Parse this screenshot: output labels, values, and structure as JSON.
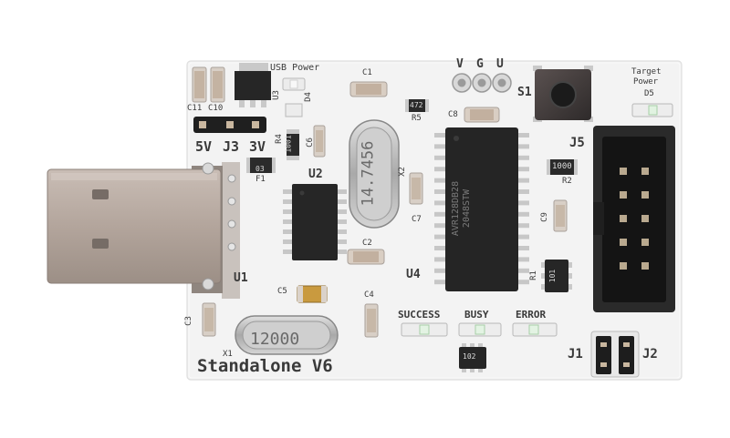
{
  "board": {
    "name": "Standalone V6",
    "colors": {
      "pcb": "#f3f3f3",
      "silkscreen": "#3a3a3a",
      "ic_body": "#252525",
      "usb_metal": "#b6a9a0",
      "pad_gold": "#c9b79f"
    }
  },
  "labels": {
    "usb_power": "USB Power",
    "target": "Target",
    "power": "Power",
    "d5": "D5",
    "d4": "D4",
    "c1": "C1",
    "c2": "C2",
    "c3": "C3",
    "c4": "C4",
    "c5": "C5",
    "c6": "C6",
    "c7": "C7",
    "c8": "C8",
    "c9": "C9",
    "c10": "C10",
    "c11": "C11",
    "u1": "U1",
    "u2": "U2",
    "u3": "U3",
    "u4": "U4",
    "r1": "R1",
    "r2": "R2",
    "r4": "R4",
    "r5": "R5",
    "f1": "F1",
    "x1": "X1",
    "x2": "X2",
    "j1": "J1",
    "j2": "J2",
    "j3": "J3",
    "j5": "J5",
    "s1": "S1",
    "v5": "5V",
    "v3": "3V",
    "pin_v": "V",
    "pin_g": "G",
    "pin_u": "U",
    "success": "SUCCESS",
    "busy": "BUSY",
    "error": "ERROR"
  },
  "markings": {
    "crystal_x1": "12000",
    "crystal_x2": "14.7456",
    "r5_value": "472",
    "r2_value": "1000",
    "r4_value": "1001",
    "f1_value": "03",
    "busy_array": "102",
    "r1_array": "101",
    "u4_line1": "AVR128DB28",
    "u4_line2": "2048STW"
  }
}
